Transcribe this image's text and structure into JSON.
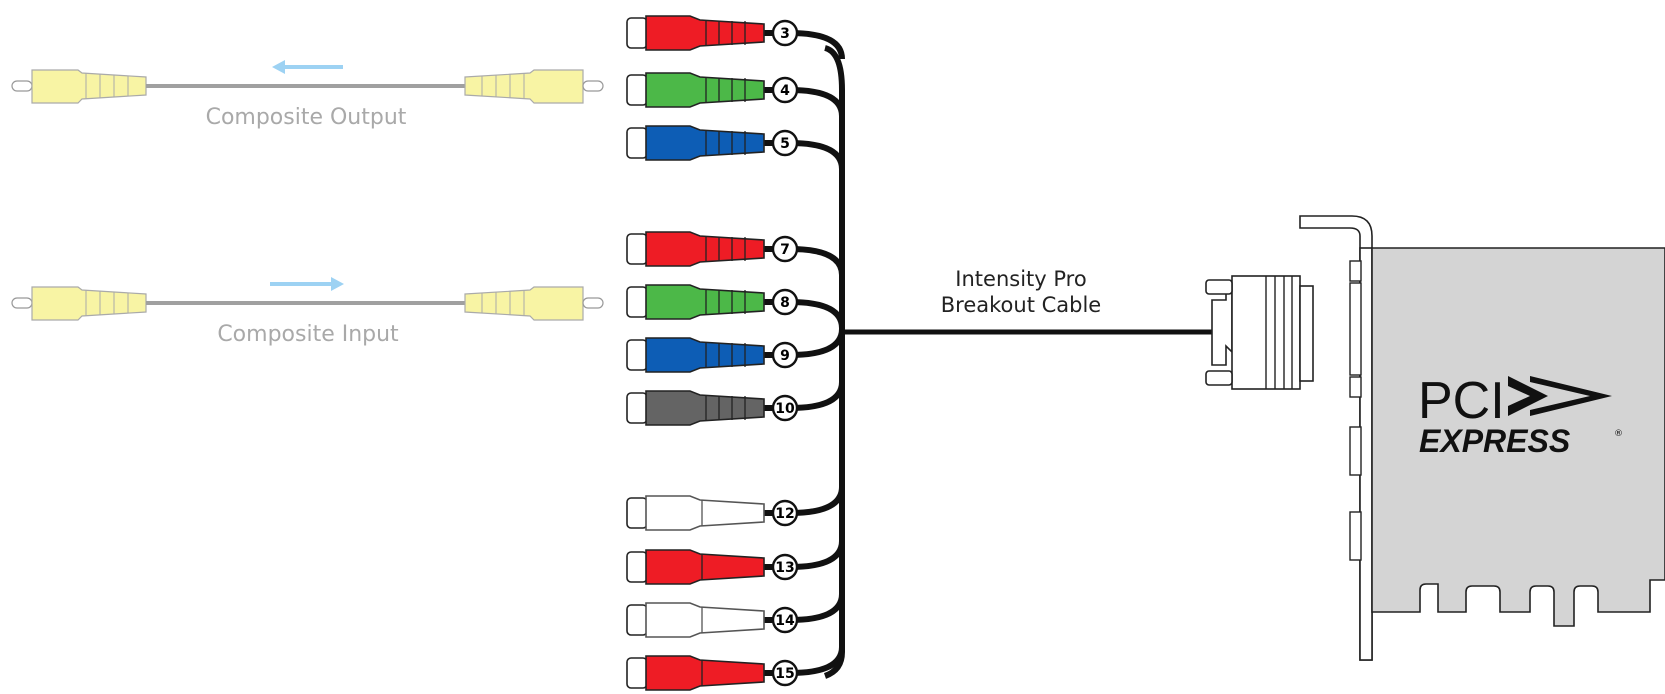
{
  "labels": {
    "composite_output": "Composite Output",
    "composite_input": "Composite Input",
    "cable_line1": "Intensity Pro",
    "cable_line2": "Breakout Cable",
    "pci_line1": "PCI",
    "pci_line2": "EXPRESS",
    "registered": "®"
  },
  "colors": {
    "red": "#ee1c25",
    "green": "#4cb848",
    "blue": "#0d5db5",
    "gray": "#646464",
    "white": "#ffffff",
    "yellow": "#f8f4a4",
    "arrow": "#9dd2f3",
    "card": "#d4d4d4",
    "cable": "#111111",
    "grayCable": "#a0a0a0"
  },
  "connectors": [
    {
      "number": "3",
      "color": "red",
      "style": "ribbed"
    },
    {
      "number": "4",
      "color": "green",
      "style": "ribbed"
    },
    {
      "number": "5",
      "color": "blue",
      "style": "ribbed"
    },
    {
      "number": "7",
      "color": "red",
      "style": "ribbed"
    },
    {
      "number": "8",
      "color": "green",
      "style": "ribbed"
    },
    {
      "number": "9",
      "color": "blue",
      "style": "ribbed"
    },
    {
      "number": "10",
      "color": "gray",
      "style": "ribbed"
    },
    {
      "number": "12",
      "color": "white",
      "style": "smooth"
    },
    {
      "number": "13",
      "color": "red",
      "style": "smooth"
    },
    {
      "number": "14",
      "color": "white",
      "style": "smooth"
    },
    {
      "number": "15",
      "color": "red",
      "style": "smooth"
    }
  ]
}
